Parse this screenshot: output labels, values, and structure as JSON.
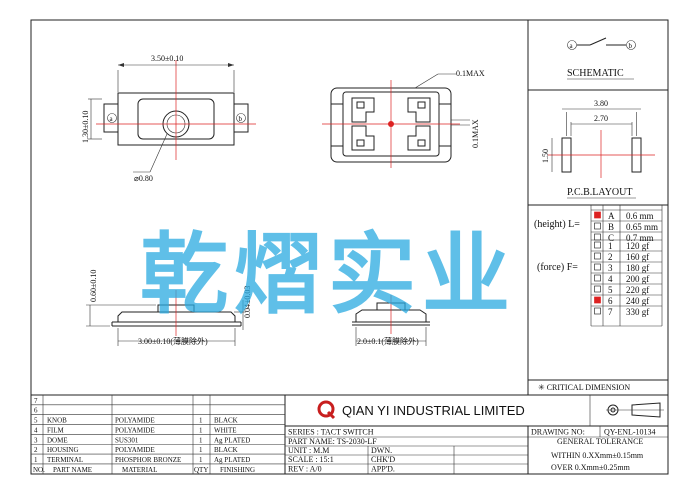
{
  "drawing": {
    "top_view": {
      "width_dim": "3.50±0.10",
      "height_dim": "1.30±0.10",
      "hole_dim": "⌀0.80",
      "pin_a": "a",
      "pin_b": "b"
    },
    "bottom_view": {
      "max_top": "0.1MAX",
      "max_right": "0.1MAX"
    },
    "front_view": {
      "height_dim": "0.60±0.10",
      "gap_dim": "0.04±0.03",
      "width_dim": "3.00±0.10(薄膜除外)"
    },
    "side_view": {
      "width_dim": "2.0±0.1(薄膜除外)"
    },
    "schematic": {
      "title": "SCHEMATIC",
      "pin_a": "a",
      "pin_b": "b"
    },
    "pcb_layout": {
      "title": "P.C.B.LAYOUT",
      "outer_dim": "3.80",
      "inner_dim": "2.70",
      "height_dim": "1.50"
    },
    "height_label": "(height)  L=",
    "height_options": [
      {
        "code": "A",
        "value": "0.6 mm",
        "checked": true
      },
      {
        "code": "B",
        "value": "0.65 mm",
        "checked": false
      },
      {
        "code": "C",
        "value": "0.7 mm",
        "checked": false
      }
    ],
    "force_label": "(force) F=",
    "force_options": [
      {
        "code": "1",
        "value": "120 gf",
        "checked": false
      },
      {
        "code": "2",
        "value": "160 gf",
        "checked": false
      },
      {
        "code": "3",
        "value": "180 gf",
        "checked": false
      },
      {
        "code": "4",
        "value": "200 gf",
        "checked": false
      },
      {
        "code": "5",
        "value": "220 gf",
        "checked": false
      },
      {
        "code": "6",
        "value": "240 gf",
        "checked": true
      },
      {
        "code": "7",
        "value": "330 gf",
        "checked": false
      }
    ],
    "critical_dimension": "✳ CRITICAL  DIMENSION"
  },
  "watermark": "乾熠实业",
  "bom": {
    "rows": [
      {
        "no": "7",
        "name": "",
        "material": "",
        "qty": "",
        "finish": ""
      },
      {
        "no": "6",
        "name": "",
        "material": "",
        "qty": "",
        "finish": ""
      },
      {
        "no": "5",
        "name": "KNOB",
        "material": "POLYAMIDE",
        "qty": "1",
        "finish": "BLACK"
      },
      {
        "no": "4",
        "name": "FILM",
        "material": "POLYAMIDE",
        "qty": "1",
        "finish": "WHITE"
      },
      {
        "no": "3",
        "name": "DOME",
        "material": "SUS301",
        "qty": "1",
        "finish": "Ag PLATED"
      },
      {
        "no": "2",
        "name": "HOUSING",
        "material": "POLYAMIDE",
        "qty": "1",
        "finish": "BLACK"
      },
      {
        "no": "1",
        "name": "TERMINAL",
        "material": "PHOSPHOR BRONZE",
        "qty": "1",
        "finish": "Ag PLATED"
      }
    ],
    "header": {
      "no": "NO.",
      "name": "PART NAME",
      "material": "MATERIAL",
      "qty": "QTY",
      "finish": "FINISHING"
    }
  },
  "title_block": {
    "company": "QIAN  YI  INDUSTRIAL  LIMITED",
    "series": "SERIES : TACT SWITCH",
    "part_name": "PART NAME: TS-2030-LF",
    "unit": "UNIT : M.M",
    "scale": "SCALE : 15:1",
    "rev": "REV  : A/0",
    "dwn": "DWN.",
    "chkd": "CHK'D",
    "appd": "APP'D.",
    "drawing_no_label": "DRAWING NO:",
    "drawing_no": "QY-ENL-10134",
    "tolerance_title": "GENERAL TOLERANCE",
    "tol_within": "WITHIN  0.XXmm±0.15mm",
    "tol_over": "OVER   0.Xmm±0.25mm"
  },
  "colors": {
    "accent_red": "#dd2222",
    "watermark": "#2aa9e0",
    "logo": "#c81e1e"
  }
}
